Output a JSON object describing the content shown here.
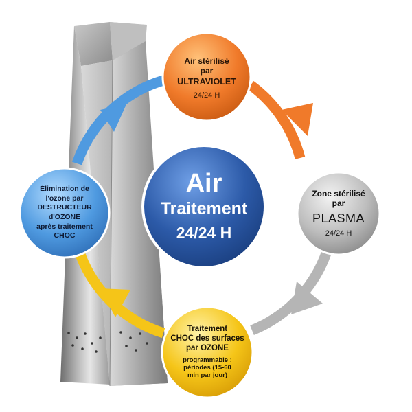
{
  "center": {
    "line1": "Air",
    "line2": "Traitement",
    "line3": "24/24 H"
  },
  "nodes": {
    "ultraviolet": {
      "line1": "Air stérilisé",
      "line2": "par",
      "line3": "ULTRAVIOLET",
      "line4": "24/24 H",
      "color": "#f07a2a"
    },
    "plasma": {
      "line1": "Zone stérilisé",
      "line2": "par",
      "line3": "PLASMA",
      "line4": "24/24 H",
      "color": "#a9a9a9"
    },
    "ozone": {
      "line1": "Traitement",
      "line2": "CHOC des surfaces",
      "line3": "par OZONE",
      "line4": "programmable :",
      "line5": "périodes (15-60",
      "line6": "min par jour)",
      "color": "#f5c518"
    },
    "destructeur": {
      "line1": "Élimination de",
      "line2": "l'ozone par",
      "line3": "DESTRUCTEUR",
      "line4": "d'OZONE",
      "line5": "après traitement",
      "line6": "CHOC",
      "color": "#4f9ae0"
    }
  },
  "center_color": "#2c5aa8"
}
